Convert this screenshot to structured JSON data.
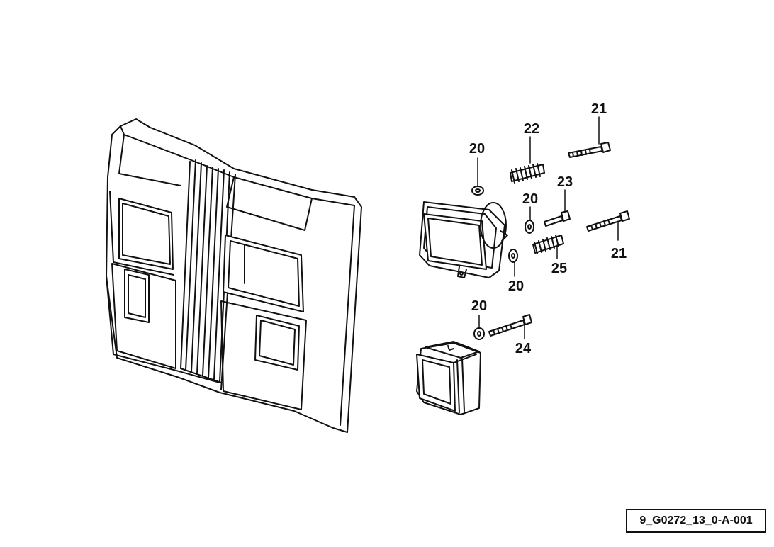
{
  "callouts": {
    "c20_top": "20",
    "c21_top": "21",
    "c22": "22",
    "c23": "23",
    "c20_mid": "20",
    "c21_right": "21",
    "c25": "25",
    "c20_low": "20",
    "c20_bottom": "20",
    "c24": "24"
  },
  "drawing_ref": "9_G0272_13_0-A-001",
  "colors": {
    "line": "#111111",
    "fill": "#ffffff",
    "shade": "#e8e8e8"
  }
}
